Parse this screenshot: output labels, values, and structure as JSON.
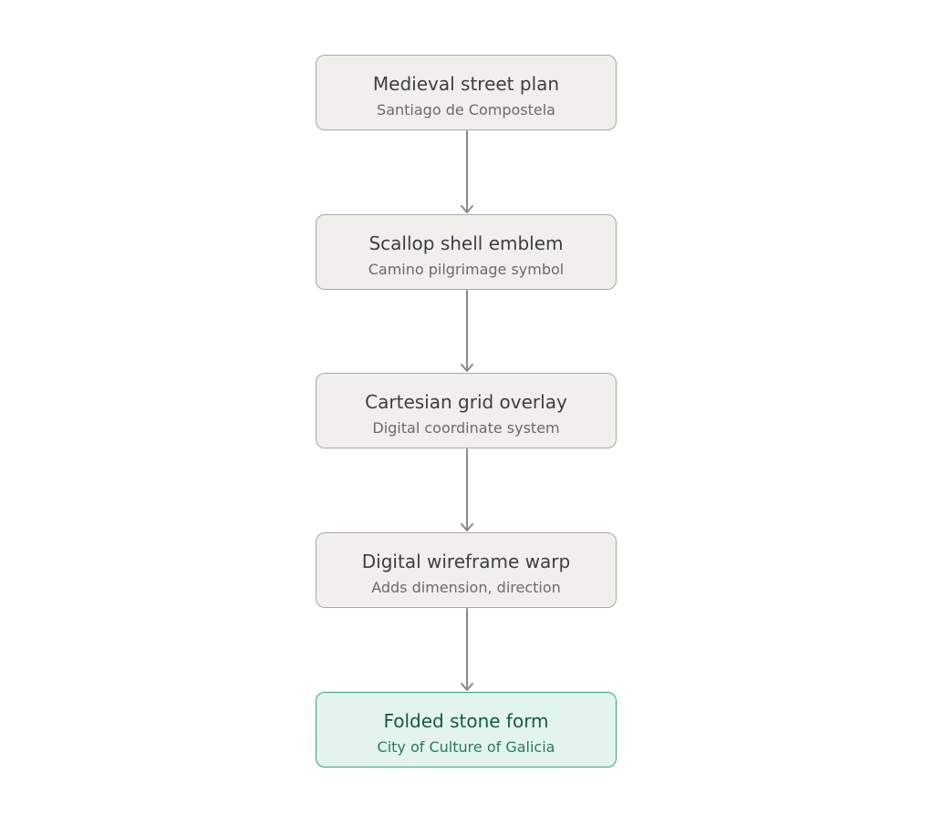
{
  "diagram": {
    "nodes": [
      {
        "title": "Medieval street plan",
        "subtitle": "Santiago de Compostela"
      },
      {
        "title": "Scallop shell emblem",
        "subtitle": "Camino pilgrimage symbol"
      },
      {
        "title": "Cartesian grid overlay",
        "subtitle": "Digital coordinate system"
      },
      {
        "title": "Digital wireframe warp",
        "subtitle": "Adds dimension, direction"
      },
      {
        "title": "Folded stone form",
        "subtitle": "City of Culture of Galicia"
      }
    ],
    "colors": {
      "node_fill": "#f0efeb",
      "node_border": "#a9a8a4",
      "final_fill": "#e3f4ee",
      "final_border": "#3aa07d",
      "arrow": "#8a8a87"
    }
  }
}
